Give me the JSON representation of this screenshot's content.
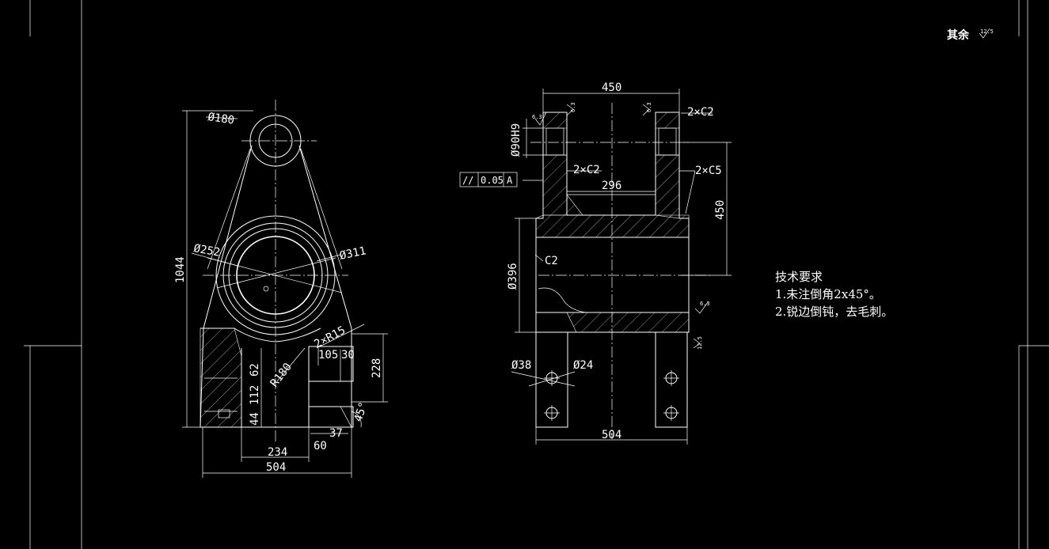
{
  "title_corner": {
    "label": "其余",
    "value": "12.5"
  },
  "notes": {
    "heading": "技术要求",
    "line1": "1.未注倒角2x45°。",
    "line2": "2.锐边倒钝，去毛刺。"
  },
  "left_view": {
    "d180": "Ø180",
    "d252": "Ø252",
    "d311": "Ø311",
    "h1044": "1044",
    "r180": "R180",
    "r15": "2×R15",
    "d105": "105",
    "d30": "30",
    "d228": "228",
    "d62": "62",
    "d112": "112",
    "d44": "44",
    "d37": "37",
    "d60": "60",
    "d234": "234",
    "d504": "504",
    "a45": "45°"
  },
  "right_view": {
    "w450": "450",
    "c2a": "2×C2",
    "c2b": "2×C2",
    "c5": "2×C5",
    "w296": "296",
    "h450": "450",
    "d90": "Ø90H9",
    "tol_sym": "//",
    "tol_val": "0.05",
    "tol_ref": "A",
    "d396": "Ø396",
    "c2": "C2",
    "d38": "Ø38",
    "d24": "Ø24",
    "w504": "504",
    "r63a": "6.3",
    "r63b": "6.3",
    "r63c": "6.3",
    "r63d": "6.3",
    "r125": "12.5"
  }
}
